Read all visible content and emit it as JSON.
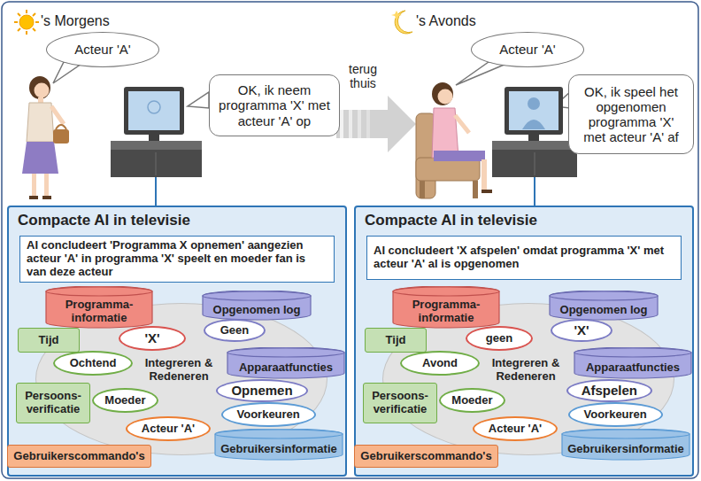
{
  "diagram": {
    "nodes": [
      {
        "text": [
          "Acteur 'A'"
        ]
      },
      {
        "text": [
          "OK, ik neem programma 'X' met acteur 'A' op"
        ]
      },
      {
        "text": [
          "Acteur 'A'"
        ]
      },
      {
        "text": [
          "OK, ik speel het opgenomen programma 'X' met acteur 'A' af"
        ]
      },
      {
        "text": [
          "Compacte AI in televisie"
        ]
      },
      {
        "text": [
          "AI concludeert 'Programma X opnemen' aangezien acteur 'A' in programma 'X' speelt en moeder fan is van deze acteur"
        ],
        "in": 4
      },
      {
        "text": [
          "Integreren & Redeneren"
        ],
        "in": 4
      },
      {
        "text": [
          "Programma- informatie"
        ],
        "in": 4
      },
      {
        "text": [
          "'X'"
        ],
        "in": 4
      },
      {
        "text": [
          "Opgenomen log"
        ],
        "in": 4
      },
      {
        "text": [
          "Geen"
        ],
        "in": 4
      },
      {
        "text": [
          "Tijd"
        ],
        "in": 4
      },
      {
        "text": [
          "Ochtend"
        ],
        "in": 4
      },
      {
        "text": [
          "Apparaatfuncties"
        ],
        "in": 4
      },
      {
        "text": [
          "Opnemen"
        ],
        "in": 4
      },
      {
        "text": [
          "Persoons- verificatie"
        ],
        "in": 4
      },
      {
        "text": [
          "Moeder"
        ],
        "in": 4
      },
      {
        "text": [
          "Voorkeuren"
        ],
        "in": 4
      },
      {
        "text": [
          "Acteur 'A'"
        ],
        "in": 4
      },
      {
        "text": [
          "Gebruikerscommando's"
        ],
        "in": 4
      },
      {
        "text": [
          "Gebruikersinformatie"
        ],
        "in": 4
      },
      {
        "text": [
          "Compacte AI in televisie"
        ]
      },
      {
        "text": [
          "AI concludeert 'X afspelen' omdat programma 'X' met acteur 'A' al is opgenomen"
        ],
        "in": 21
      },
      {
        "text": [
          "Integreren & Redeneren"
        ],
        "in": 21
      },
      {
        "text": [
          "Programma- informatie"
        ],
        "in": 21
      },
      {
        "text": [
          "geen"
        ],
        "in": 21
      },
      {
        "text": [
          "Opgenomen log"
        ],
        "in": 21
      },
      {
        "text": [
          "'X'"
        ],
        "in": 21
      },
      {
        "text": [
          "Tijd"
        ],
        "in": 21
      },
      {
        "text": [
          "Avond"
        ],
        "in": 21
      },
      {
        "text": [
          "Apparaatfuncties"
        ],
        "in": 21
      },
      {
        "text": [
          "Afspelen"
        ],
        "in": 21
      },
      {
        "text": [
          "Persoons- verificatie"
        ],
        "in": 21
      },
      {
        "text": [
          "Moeder"
        ],
        "in": 21
      },
      {
        "text": [
          "Voorkeuren"
        ],
        "in": 21
      },
      {
        "text": [
          "Acteur 'A'"
        ],
        "in": 21
      },
      {
        "text": [
          "Gebruikerscommando's"
        ],
        "in": 21
      },
      {
        "text": [
          "Gebruikersinformatie"
        ],
        "in": 21
      }
    ],
    "labels": [
      "'s Morgens",
      "terug thuis",
      "'s Avonds"
    ]
  }
}
